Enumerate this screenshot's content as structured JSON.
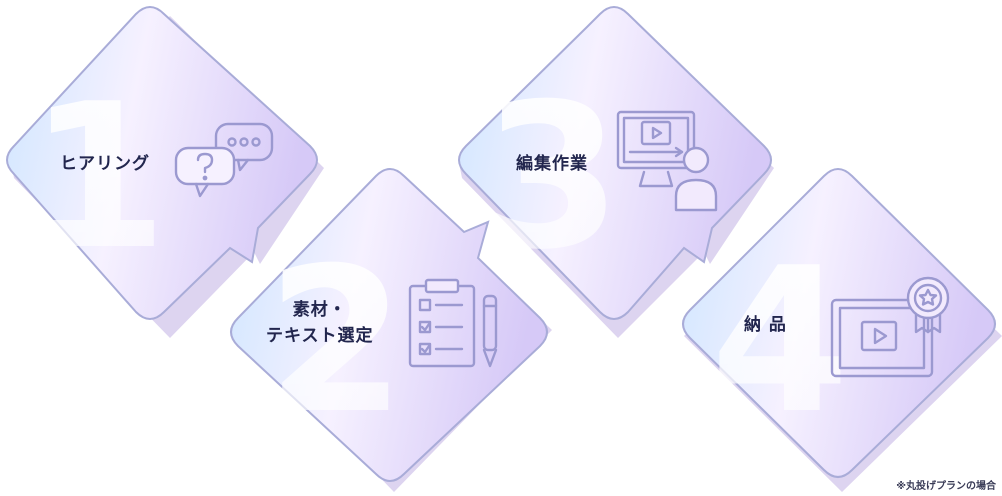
{
  "steps": [
    {
      "number": "1",
      "label": "ヒアリング",
      "icon": "chat-bubbles-icon"
    },
    {
      "number": "2",
      "label_line1": "素材・",
      "label_line2": "テキスト選定",
      "icon": "checklist-pencil-icon"
    },
    {
      "number": "3",
      "label": "編集作業",
      "icon": "monitor-editor-icon"
    },
    {
      "number": "4",
      "label": "納 品",
      "icon": "video-award-icon"
    }
  ],
  "note": "※丸投げプランの場合",
  "colors": {
    "outline": "#a9acd8",
    "shadow": "#d8d1ee",
    "label": "#22264e",
    "icon_stroke": "#9b99d0",
    "gradient_left": "#cfe6ff",
    "gradient_mid": "#f4efff",
    "gradient_right": "#d9cdf8"
  }
}
